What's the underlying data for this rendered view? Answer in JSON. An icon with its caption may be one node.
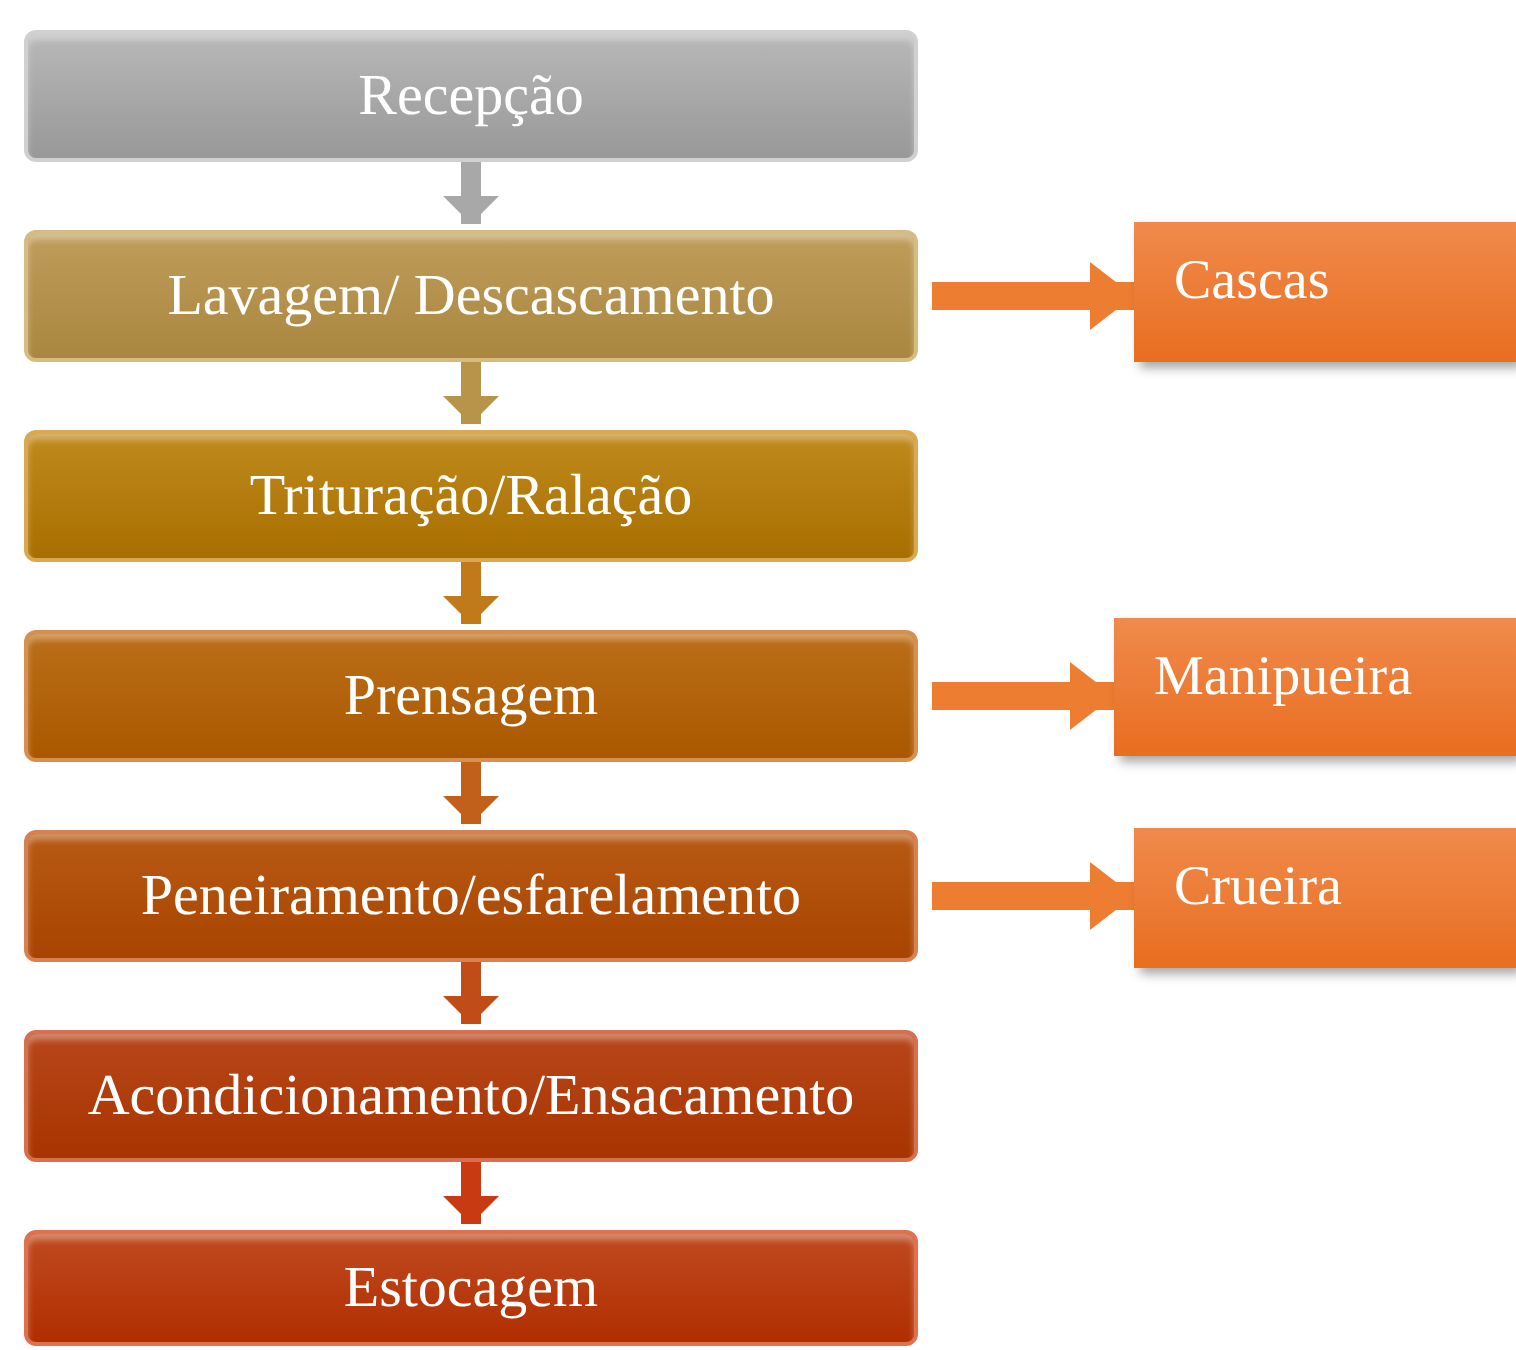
{
  "diagram": {
    "nodes": [
      {
        "text": [
          "Recepção"
        ]
      },
      {
        "text": [
          "Lavagem/ Descascamento"
        ]
      },
      {
        "text": [
          "Trituração/Ralação"
        ]
      },
      {
        "text": [
          "Prensagem"
        ]
      },
      {
        "text": [
          "Peneiramento/esfarelamento"
        ]
      },
      {
        "text": [
          "Acondicionamento/Ensacamento"
        ]
      },
      {
        "text": [
          "Estocagem"
        ]
      },
      {
        "text": [
          "Cascas"
        ]
      },
      {
        "text": [
          "Manipueira"
        ]
      },
      {
        "text": [
          "Crueira"
        ]
      }
    ],
    "edges": [
      {
        "from": 0,
        "to": 1,
        "arrow": "to",
        "color": "#a8a8a8"
      },
      {
        "from": 1,
        "to": 2,
        "arrow": "to",
        "color": "#b8944a"
      },
      {
        "from": 2,
        "to": 3,
        "arrow": "to",
        "color": "#c07a1a"
      },
      {
        "from": 3,
        "to": 4,
        "arrow": "to",
        "color": "#c0601a"
      },
      {
        "from": 4,
        "to": 5,
        "arrow": "to",
        "color": "#c04c18"
      },
      {
        "from": 5,
        "to": 6,
        "arrow": "to",
        "color": "#c83a12"
      },
      {
        "from": 1,
        "to": 7,
        "arrow": "to",
        "color": "#ed7d31"
      },
      {
        "from": 3,
        "to": 8,
        "arrow": "to",
        "color": "#ed7d31"
      },
      {
        "from": 4,
        "to": 9,
        "arrow": "to",
        "color": "#ed7d31"
      }
    ]
  }
}
